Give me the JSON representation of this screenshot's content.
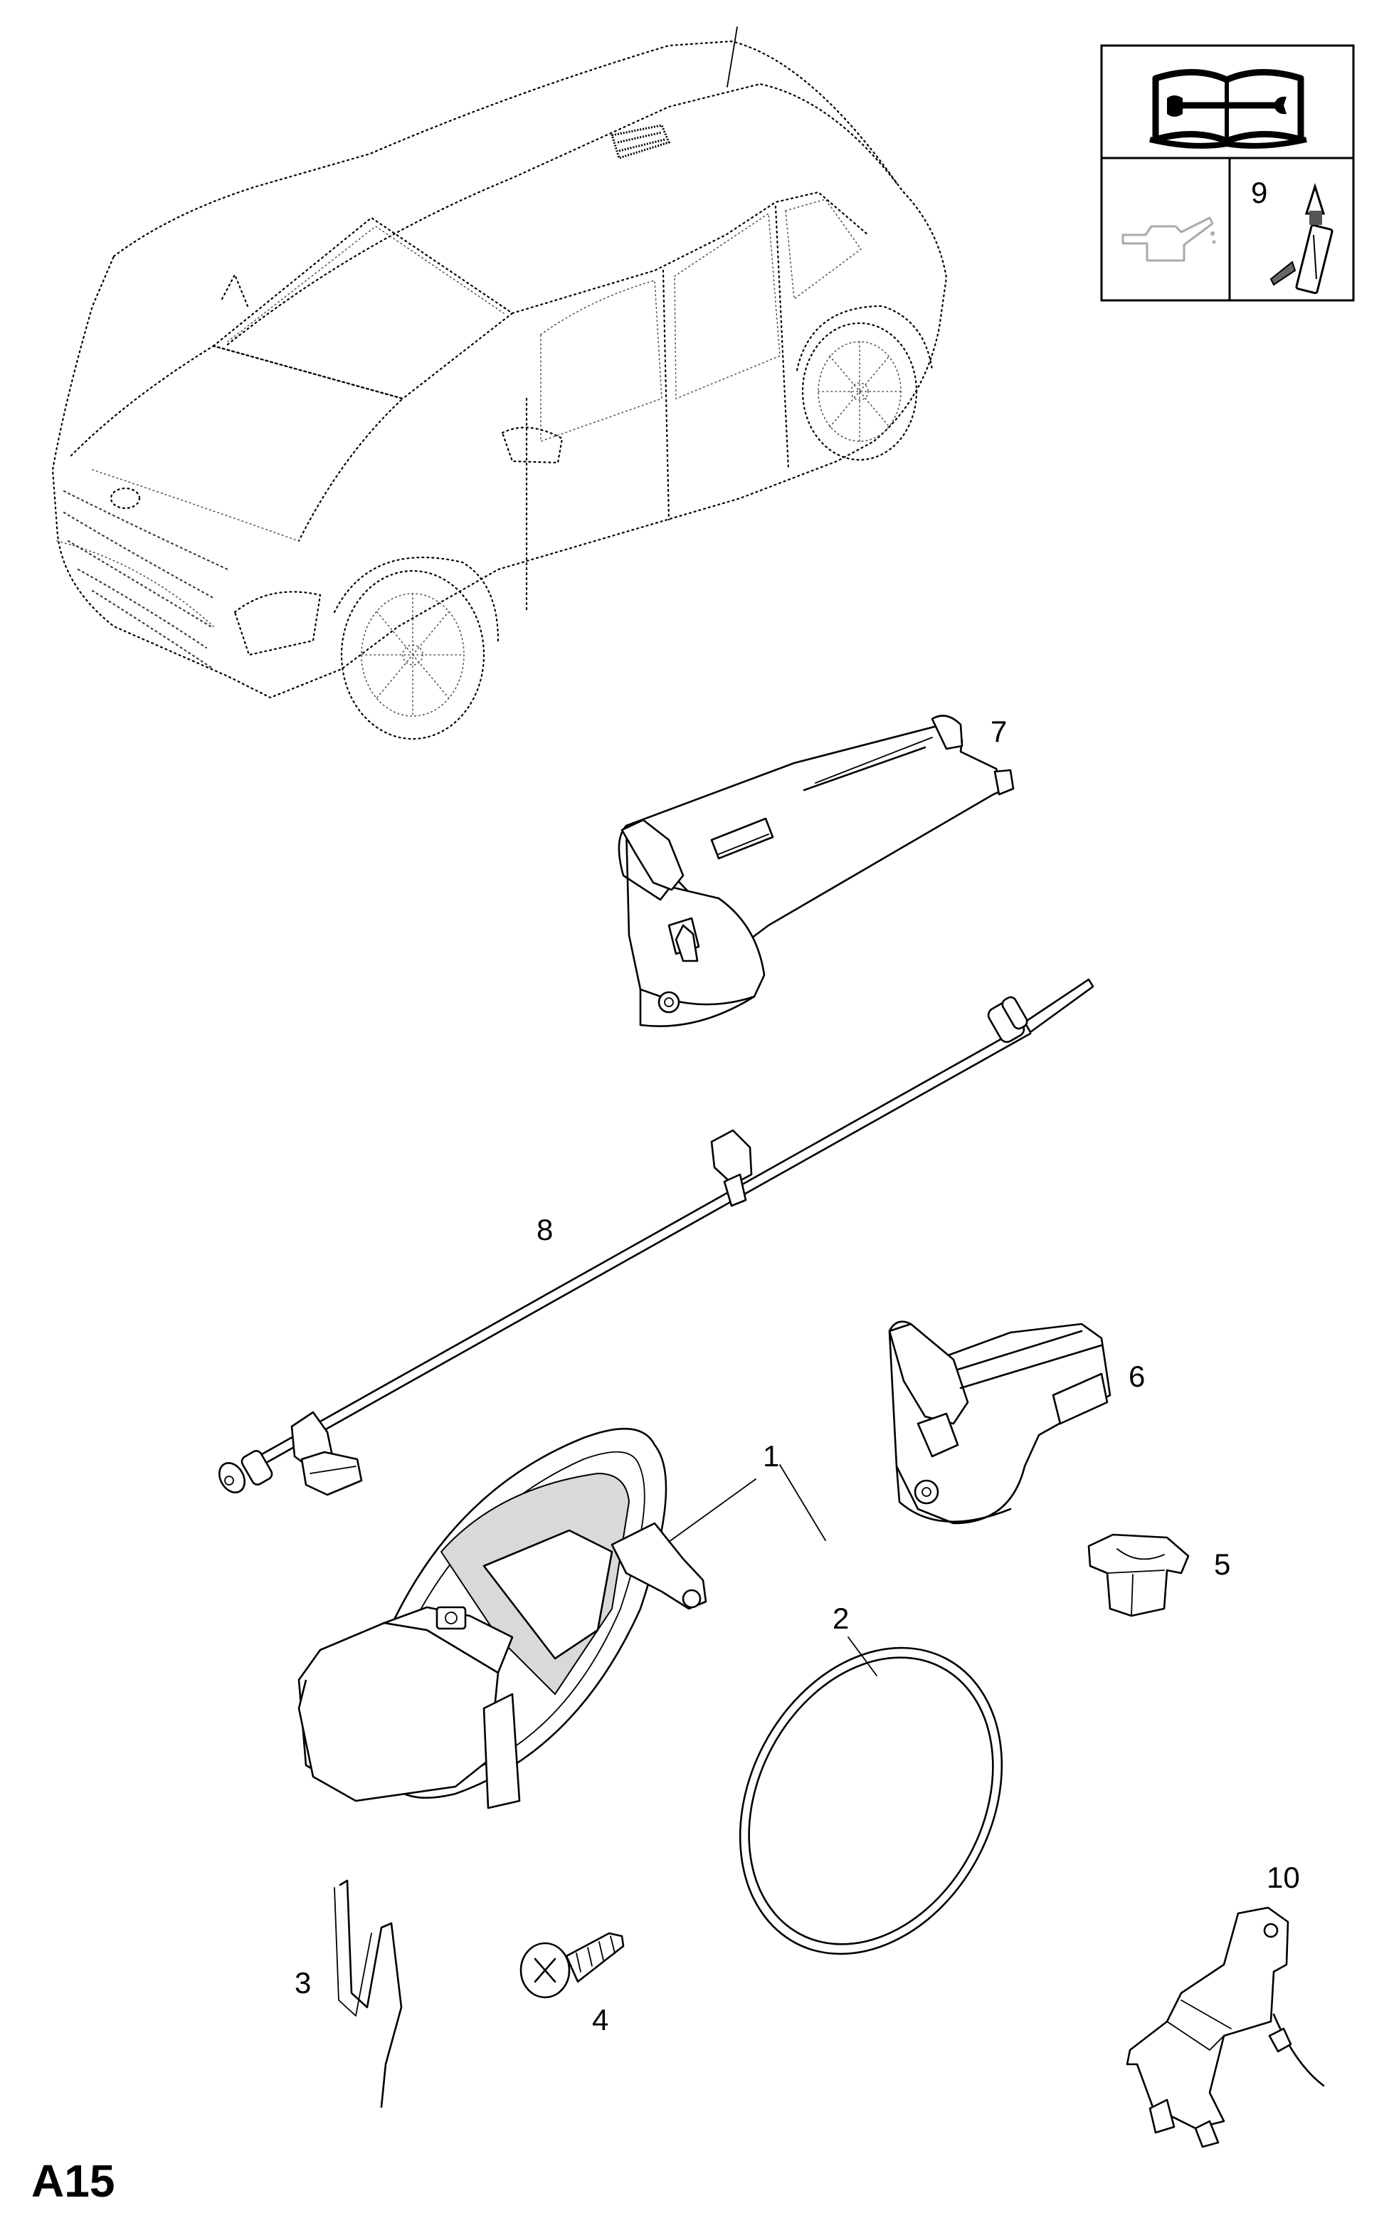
{
  "page_code": "A15",
  "legend": {
    "book_icon": "repair-manual-icon",
    "oil_icon": "oil-can-icon",
    "sealant_icon": "sealant-tube-icon",
    "sealant_callout": "9"
  },
  "callouts": [
    {
      "id": "p1",
      "label": "1"
    },
    {
      "id": "p2",
      "label": "2"
    },
    {
      "id": "p3",
      "label": "3"
    },
    {
      "id": "p4",
      "label": "4"
    },
    {
      "id": "p5",
      "label": "5"
    },
    {
      "id": "p6",
      "label": "6"
    },
    {
      "id": "p7",
      "label": "7"
    },
    {
      "id": "p8",
      "label": "8"
    },
    {
      "id": "p10",
      "label": "10"
    }
  ]
}
